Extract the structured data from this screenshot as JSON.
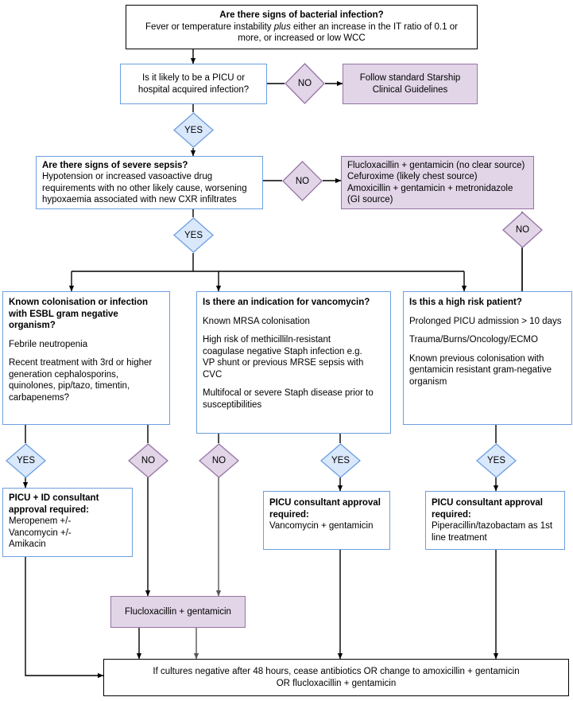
{
  "palette": {
    "blue_border": "#6c9fe0",
    "blue_fill": "#dae8fc",
    "purple_border": "#9673a6",
    "purple_fill": "#e1d5e7",
    "black": "#000000",
    "white": "#ffffff"
  },
  "nodes": {
    "bacterial_infection": {
      "title": "Are there signs of bacterial infection?",
      "line1_a": "Fever or temperature instability ",
      "line1_it": "plus",
      "line1_b": " either an increase in the IT ratio of 0.1 or",
      "line2": "more, or increased or low WCC"
    },
    "picu_acquired": {
      "line1": "Is it likely to be a PICU or",
      "line2": "hospital acquired infection?"
    },
    "starship_guidelines": {
      "line1": "Follow standard Starship",
      "line2": "Clinical Guidelines"
    },
    "severe_sepsis": {
      "title": "Are there signs of severe sepsis?",
      "line1": "Hypotension or increased vasoactive drug",
      "line2": "requirements with no other likely cause, worsening",
      "line3": "hypoxaemia associated with new CXR infiltrates"
    },
    "empiric_regimens": {
      "line1": "Flucloxacillin + gentamicin (no clear source)",
      "line2": "Cefuroxime (likely chest source)",
      "line3": "Amoxicillin + gentamicin + metronidazole",
      "line4": "(GI source)"
    },
    "esbl": {
      "title1": "Known colonisation or infection",
      "title2": "with ESBL gram negative",
      "title3": "organism?",
      "body1": "Febrile neutropenia",
      "body2": "Recent treatment with 3rd or higher",
      "body3": "generation cephalosporins,",
      "body4": "quinolones, pip/tazo, timentin,",
      "body5": "carbapenems?"
    },
    "vancomycin": {
      "title": "Is there an indication for vancomycin?",
      "body1": "Known MRSA colonisation",
      "body2": "High risk of methicilliln-resistant",
      "body3": "coagulase negative Staph infection e.g.",
      "body4": "VP shunt or previous MRSE sepsis with",
      "body5": "CVC",
      "body6": "Multifocal or severe Staph disease prior to",
      "body7": "susceptibilities"
    },
    "high_risk": {
      "title": "Is this a high risk patient?",
      "body1": "Prolonged PICU admission > 10 days",
      "body2": "Trauma/Burns/Oncology/ECMO",
      "body3": "Known previous colonisation with",
      "body4": "gentamicin resistant gram-negative",
      "body5": "organism"
    },
    "picu_id_consultant": {
      "title1": "PICU + ID consultant",
      "title2": "approval required:",
      "body1": "Meropenem +/-",
      "body2": "Vancomycin +/-",
      "body3": "Amikacin"
    },
    "picu_consultant_vanc": {
      "title1": "PICU consultant approval",
      "title2": "required:",
      "body1": "Vancomycin + gentamicin"
    },
    "picu_consultant_pip": {
      "title1": "PICU consultant approval",
      "title2": "required:",
      "body1": "Piperacillin/tazobactam as 1st",
      "body2": "line treatment"
    },
    "fluclox_gent": {
      "label": "Flucloxacillin + gentamicin"
    },
    "cultures_negative": {
      "line1": "If cultures negative after 48 hours, cease antibiotics OR change to amoxicillin + gentamicin",
      "line2": "OR flucloxacillin + gentamicin"
    }
  },
  "decisions": {
    "no_picu": "NO",
    "yes_picu": "YES",
    "no_sepsis": "NO",
    "yes_sepsis": "YES",
    "yes_esbl": "YES",
    "no_esbl": "NO",
    "no_vanc": "NO",
    "yes_vanc": "YES",
    "yes_highrisk": "YES",
    "no_highrisk": "NO"
  }
}
